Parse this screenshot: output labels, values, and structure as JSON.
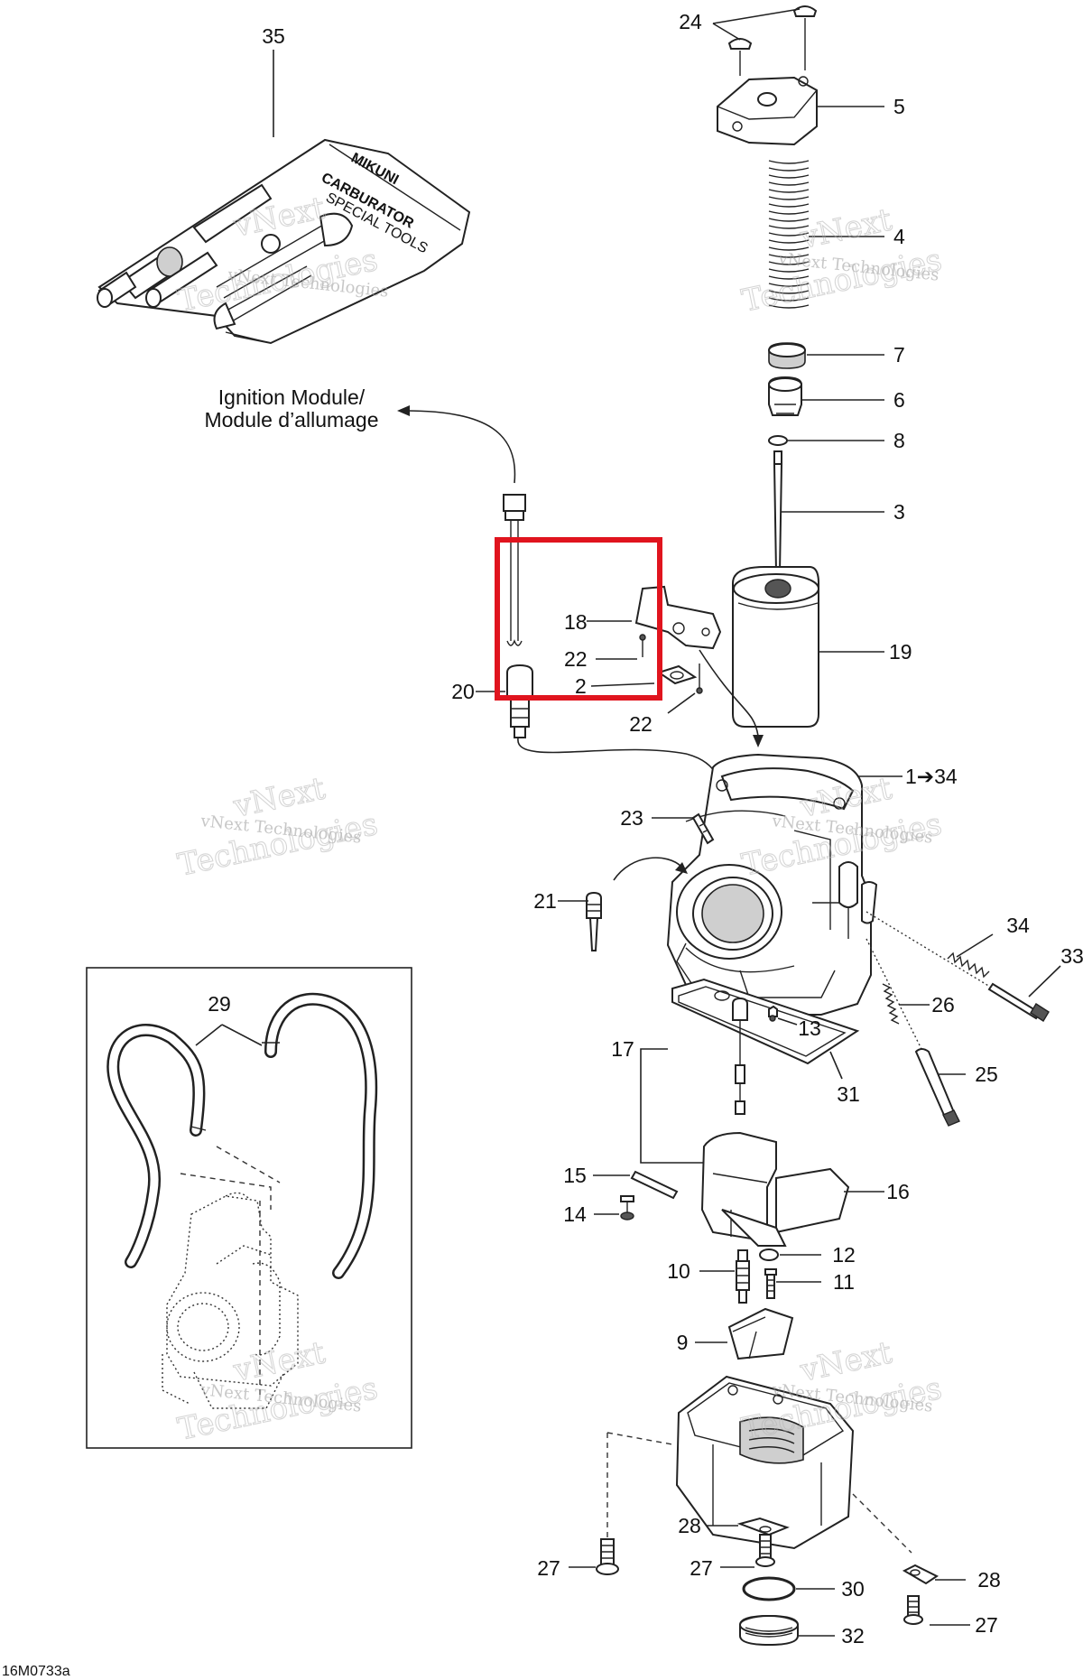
{
  "caption": {
    "line1": "Ignition Module/",
    "line2": "Module d’allumage"
  },
  "tool_kit_text": {
    "line1": "MIKUNI",
    "line2": "CARBURATOR",
    "line3": "SPECIAL TOOLS"
  },
  "watermark": {
    "small": "vNext Technologies",
    "top": "vNext",
    "bottom": "Technologies"
  },
  "drawing_code": "16M0733a",
  "highlight_color": "#e0141e",
  "labels": {
    "l35": "35",
    "l24": "24",
    "l5": "5",
    "l4": "4",
    "l7": "7",
    "l6": "6",
    "l8": "8",
    "l3": "3",
    "l18": "18",
    "l22a": "22",
    "l2": "2",
    "l20": "20",
    "l22b": "22",
    "l19": "19",
    "l1_34": "1➔34",
    "l23": "23",
    "l21": "21",
    "l34": "34",
    "l33": "33",
    "l26": "26",
    "l13": "13",
    "l17": "17",
    "l25": "25",
    "l31": "31",
    "l29": "29",
    "l15": "15",
    "l16": "16",
    "l14": "14",
    "l12": "12",
    "l10": "10",
    "l11": "11",
    "l9": "9",
    "l28a": "28",
    "l27a": "27",
    "l27b": "27",
    "l30": "30",
    "l28b": "28",
    "l27c": "27",
    "l32": "32"
  }
}
